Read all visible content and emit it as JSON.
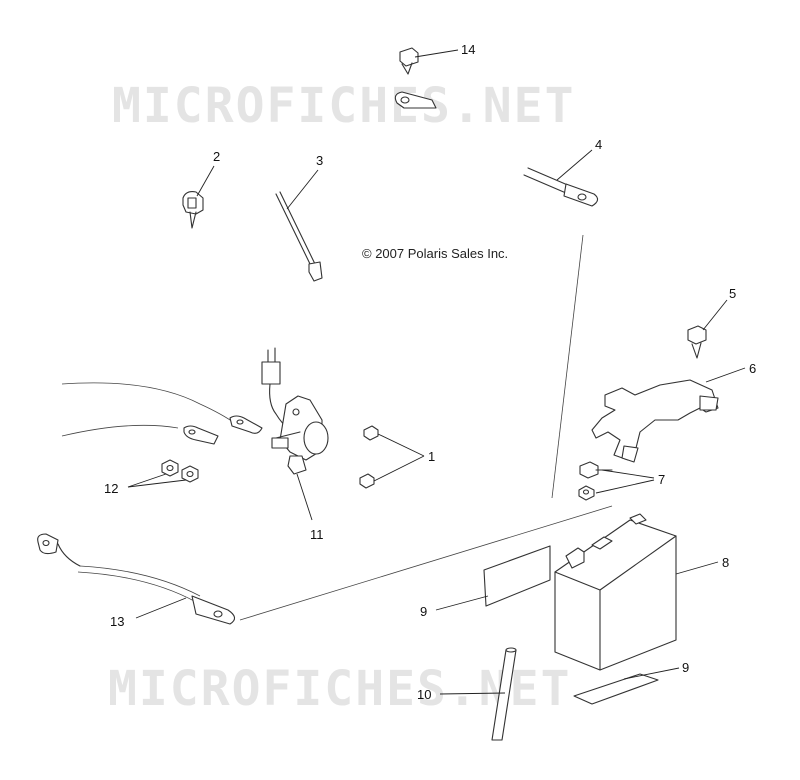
{
  "copyright": "© 2007 Polaris Sales Inc.",
  "watermark": "MICROFICHES.NET",
  "callouts": {
    "c1": "1",
    "c2": "2",
    "c3": "3",
    "c4": "4",
    "c5": "5",
    "c6": "6",
    "c7": "7",
    "c8": "8",
    "c9a": "9",
    "c9b": "9",
    "c10": "10",
    "c11": "11",
    "c12": "12",
    "c13": "13",
    "c14": "14"
  }
}
